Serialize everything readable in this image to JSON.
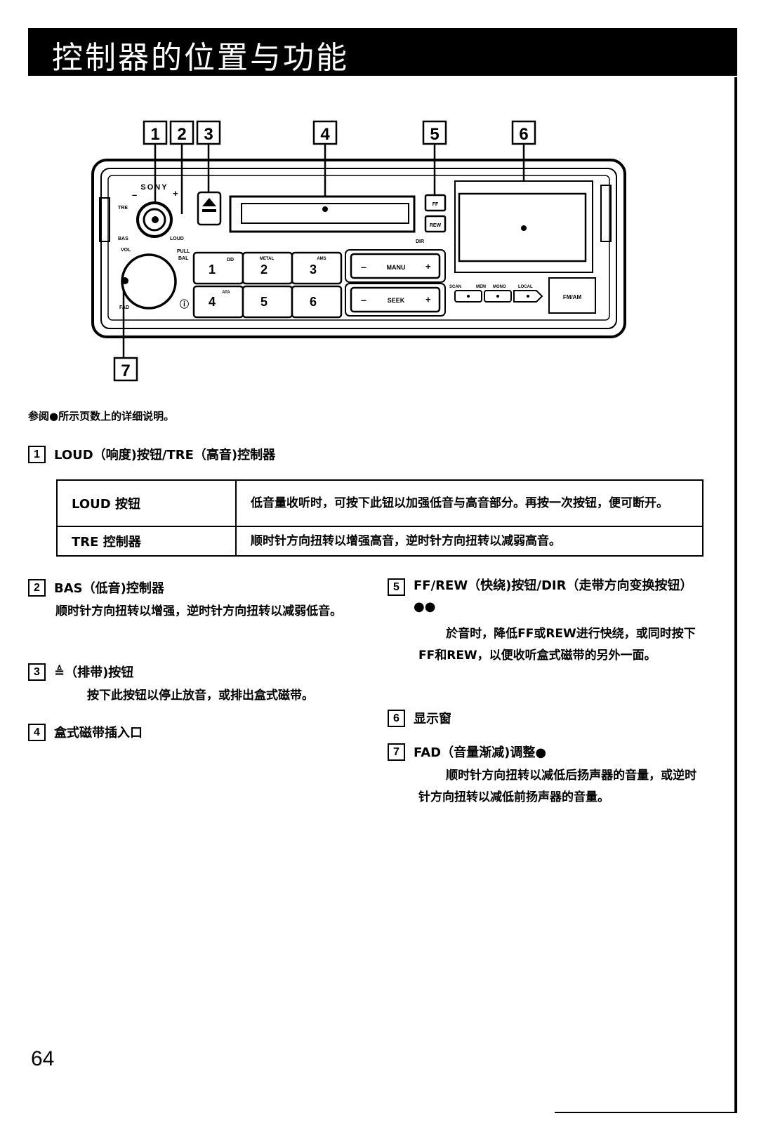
{
  "page_title": "控制器的位置与功能",
  "diagram": {
    "callouts": [
      "1",
      "2",
      "3",
      "4",
      "5",
      "6",
      "7"
    ],
    "brand": "SONY",
    "knob_labels": {
      "minus": "–",
      "plus": "+",
      "tre": "TRE",
      "bas": "BAS",
      "loud": "LOUD",
      "vol": "VOL",
      "pull": "PULL",
      "bal": "BAL",
      "fad": "FAD",
      "power": "ⓘ"
    },
    "tape_buttons": {
      "ff": "FF",
      "rew": "REW",
      "dir": "DIR"
    },
    "preset_buttons": [
      {
        "num": "1",
        "sub": "DD"
      },
      {
        "num": "2",
        "sub": "METAL"
      },
      {
        "num": "3",
        "sub": "AMS"
      },
      {
        "num": "4",
        "sub": "ATA"
      },
      {
        "num": "5",
        "sub": ""
      },
      {
        "num": "6",
        "sub": ""
      }
    ],
    "rockers": {
      "manu": "MANU",
      "seek": "SEEK",
      "minus": "–",
      "plus": "+"
    },
    "small_button_labels": [
      "SCAN",
      "MEM",
      "MONO",
      "LOCAL"
    ],
    "fmam": "FM/AM"
  },
  "ref_note": "参阅●所示页数上的详细说明。",
  "sections": [
    {
      "num": "1",
      "heading": "LOUD（响度)按钮/TRE（高音)控制器"
    },
    {
      "num": "2",
      "heading": "BAS（低音)控制器",
      "body": "顺时针方向扭转以增强，逆时针方向扭转以减弱低音。"
    },
    {
      "num": "3",
      "heading": "≜（排带)按钮",
      "body": "按下此按钮以停止放音，或排出盒式磁带。"
    },
    {
      "num": "4",
      "heading": "盒式磁带插入口"
    },
    {
      "num": "5",
      "heading": "FF/REW（快绕)按钮/DIR（走带方向变换按钮）●●",
      "body": "於音时，降低FF或REW进行快绕，或同时按下FF和REW，以便收听盒式磁带的另外一面。"
    },
    {
      "num": "6",
      "heading": "显示窗"
    },
    {
      "num": "7",
      "heading": "FAD（音量渐减)调整●",
      "body": "顺时针方向扭转以减低后扬声器的音量，或逆时针方向扭转以减低前扬声器的音量。"
    }
  ],
  "table": [
    {
      "key": "LOUD 按钮",
      "value": "低音量收听时，可按下此钮以加强低音与高音部分。再按一次按钮，便可断开。"
    },
    {
      "key": "TRE 控制器",
      "value": "顺时针方向扭转以增强高音，逆时针方向扭转以减弱高音。"
    }
  ],
  "page_number": "64"
}
